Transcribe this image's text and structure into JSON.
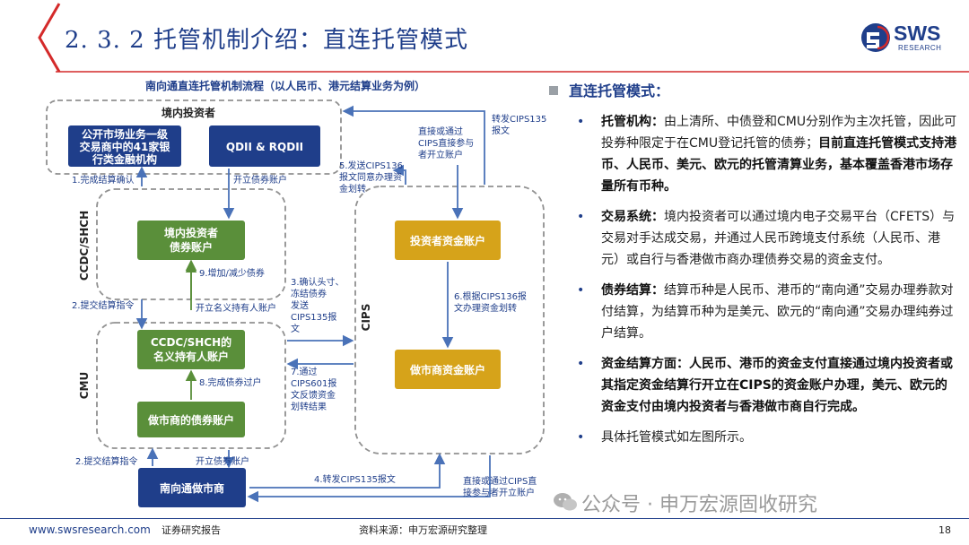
{
  "header": {
    "title": "2. 3. 2  托管机制介绍：直连托管模式",
    "logo_text": "SWS",
    "logo_sub": "RESEARCH"
  },
  "diagram": {
    "title": "南向通直连托管机制流程（以人民币、港元结算业务为例）",
    "investor_group": "境内投资者",
    "box_banks": [
      "公开市场业务一级",
      "交易商中的41家银",
      "行类金融机构"
    ],
    "box_qdii": "QDII & RQDII",
    "side_ccdc": "CCDC/SHCH",
    "side_cmu": "CMU",
    "side_cips": "CIPS",
    "box_investor_bond": [
      "境内投资者",
      "债券账户"
    ],
    "box_nominee": [
      "CCDC/SHCH的",
      "名义持有人账户"
    ],
    "box_mm_bond": "做市商的债券账户",
    "box_mm": "南向通做市商",
    "box_investor_fund": "投资者资金账户",
    "box_mm_fund": "做市商资金账户",
    "labels": {
      "step1": "1.完成结算确认",
      "open_bond1": "开立债券账户",
      "step9": "9.增加/减少债券",
      "step2a": "2.提交结算指令",
      "open_nominee": "开立名义持有人账户",
      "step8": "8.完成债券过户",
      "step2b": "2.提交结算指令",
      "open_bond2": "开立债券账户",
      "step3": [
        "3.确认头寸、",
        "冻结债券",
        "发送",
        "CIPS135报",
        "文"
      ],
      "step7": [
        "7.通过",
        "CIPS601报",
        "文反馈资金",
        "划转结果"
      ],
      "step4": "4.转发CIPS135报文",
      "step5": [
        "5.发送CIPS136",
        "报文同意办理资",
        "金划转"
      ],
      "direct_top": [
        "直接或通过",
        "CIPS直接参与",
        "者开立账户"
      ],
      "forward_cips": [
        "转发CIPS135",
        "报文"
      ],
      "step6": [
        "6.根据CIPS136报",
        "文办理资金划转"
      ],
      "direct_bottom": [
        "直接或通过CIPS直",
        "接参与者开立账户"
      ]
    }
  },
  "panel": {
    "heading": "直连托管模式：",
    "bullets": [
      {
        "lead": "托管机构：",
        "text": "由上清所、中债登和CMU分别作为主次托管，因此可投券种限定于在CMU登记托管的债券；",
        "bold_tail": "目前直连托管模式支持港币、人民币、美元、欧元的托管清算业务，基本覆盖香港市场存量所有币种。"
      },
      {
        "lead": "交易系统：",
        "text": "境内投资者可以通过境内电子交易平台（CFETS）与交易对手达成交易，并通过人民币跨境支付系统（人民币、港元）或自行与香港做市商办理债券交易的资金支付。",
        "bold_tail": ""
      },
      {
        "lead": "债券结算：",
        "text": "结算币种是人民币、港币的“南向通”交易办理券款对付结算，为结算币种为是美元、欧元的“南向通”交易办理纯券过户结算。",
        "bold_tail": ""
      },
      {
        "lead": "资金结算方面：",
        "text": "",
        "bold_tail": "人民币、港币的资金支付直接通过境内投资者或其指定资金结算行开立在CIPS的资金账户办理，美元、欧元的资金支付由境内投资者与香港做市商自行完成。"
      },
      {
        "lead": "",
        "text": "具体托管模式如左图所示。",
        "bold_tail": ""
      }
    ]
  },
  "footer": {
    "url": "www.swsresearch.com",
    "type": "证券研究报告",
    "source": "资料来源：申万宏源研究整理",
    "page": "18"
  },
  "watermark": "公众号 · 申万宏源固收研究",
  "colors": {
    "navy": "#1f3e8a",
    "green": "#5a8f3a",
    "gold": "#d6a31a",
    "arrow": "#4a72b8",
    "red": "#d42a2a"
  }
}
